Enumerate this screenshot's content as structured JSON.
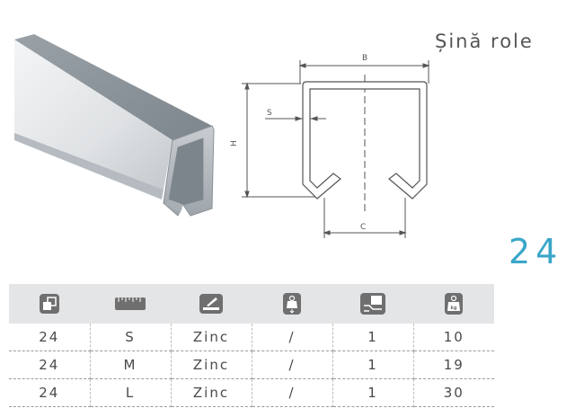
{
  "product": {
    "title": "Șină role",
    "model_number": "24"
  },
  "drawing": {
    "dimension_labels": {
      "width": "B",
      "height": "H",
      "thickness": "S",
      "opening": "C"
    }
  },
  "table": {
    "header_icons": [
      "profile-size-icon",
      "length-ruler-icon",
      "finish-icon",
      "load-weight-icon",
      "package-icon",
      "weight-kg-icon"
    ],
    "weight_icon_label": "kg",
    "rows": [
      [
        "24",
        "S",
        "Zinc",
        "/",
        "1",
        "10"
      ],
      [
        "24",
        "M",
        "Zinc",
        "/",
        "1",
        "19"
      ],
      [
        "24",
        "L",
        "Zinc",
        "/",
        "1",
        "30"
      ]
    ]
  },
  "colors": {
    "accent": "#3aa6c9",
    "header_bg": "#e4e5e7",
    "icon": "#6f6f6f"
  }
}
